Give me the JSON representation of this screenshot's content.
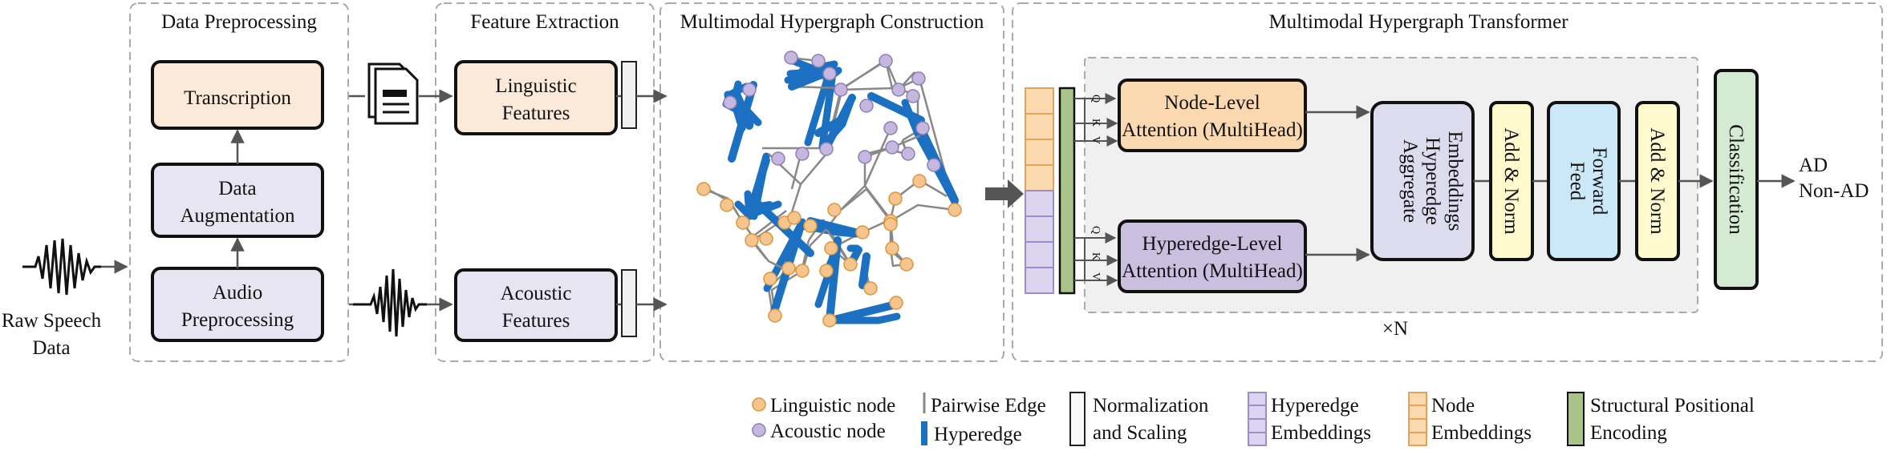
{
  "inputs": {
    "raw_speech_line1": "Raw Speech",
    "raw_speech_line2": "Data"
  },
  "sections": {
    "preprocessing": "Data Preprocessing",
    "feature_extraction": "Feature Extraction",
    "hypergraph_construction": "Multimodal Hypergraph Construction",
    "transformer": "Multimodal Hypergraph Transformer"
  },
  "preprocessing": {
    "transcription": "Transcription",
    "augmentation_line1": "Data",
    "augmentation_line2": "Augmentation",
    "audio_line1": "Audio",
    "audio_line2": "Preprocessing"
  },
  "features": {
    "linguistic_line1": "Linguistic",
    "linguistic_line2": "Features",
    "acoustic_line1": "Acoustic",
    "acoustic_line2": "Features"
  },
  "transformer": {
    "node_attn_line1": "Node-Level",
    "node_attn_line2": "Attention (MultiHead)",
    "hyper_attn_line1": "Hyperedge-Level",
    "hyper_attn_line2": "Attention (MultiHead)",
    "aggregate_line1": "Aggregate",
    "aggregate_line2": "Hyperedge",
    "aggregate_line3": "Embeddings",
    "add_norm_1": "Add & Norm",
    "feed_forward_line1": "Feed",
    "feed_forward_line2": "Forward",
    "add_norm_2": "Add & Norm",
    "classification": "Classification",
    "q": "Q",
    "k": "K",
    "v": "V",
    "repeat": "×N"
  },
  "outputs": {
    "ad": "AD",
    "non_ad": "Non-AD"
  },
  "legend": {
    "linguistic_node": "Linguistic node",
    "acoustic_node": "Acoustic node",
    "pairwise_edge": "Pairwise Edge",
    "hyperedge": "Hyperedge",
    "normalization_line1": "Normalization",
    "normalization_line2": "and Scaling",
    "hyperedge_emb_line1": "Hyperedge",
    "hyperedge_emb_line2": "Embeddings",
    "node_emb_line1": "Node",
    "node_emb_line2": "Embeddings",
    "spe_line1": "Structural Positional",
    "spe_line2": "Encoding"
  },
  "colors": {
    "linguistic_fill": "#fbe9d9",
    "audio_fill": "#e8e5f3",
    "node_attn_fill": "#fbd9b0",
    "hyper_attn_fill": "#cbbfe0",
    "aggregate_fill": "#dcdcee",
    "add_norm_fill": "#fffacd",
    "feed_forward_fill": "#cbe8f8",
    "classification_fill": "#d4ead2",
    "linguistic_node": "#f6c48d",
    "acoustic_node": "#c5b7dd",
    "hyperedge": "#1b70c2",
    "pairwise_edge": "#888888",
    "spe_fill": "#a9c48a"
  }
}
